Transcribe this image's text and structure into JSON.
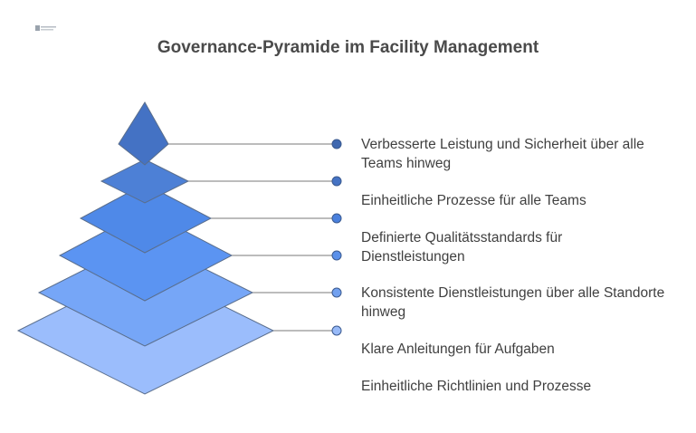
{
  "title": "Governance-Pyramide im Facility Management",
  "levels": [
    {
      "label": "Verbesserte Leistung und Sicherheit über alle Teams hinweg",
      "color": "#4472c4",
      "dot": "#3f68b0"
    },
    {
      "label": "Einheitliche Prozesse für alle Teams",
      "color": "#4d80d6",
      "dot": "#4573c4"
    },
    {
      "label": "Definierte Qualitätsstandards für Dienstleistungen",
      "color": "#4f89e8",
      "dot": "#4a80dd"
    },
    {
      "label": "Konsistente Dienstleistungen über alle Standorte hinweg",
      "color": "#5b94f2",
      "dot": "#5a90ea"
    },
    {
      "label": "Klare Anleitungen für Aufgaben",
      "color": "#76a6f7",
      "dot": "#72a1f0"
    },
    {
      "label": "Einheitliche Richtlinien und Prozesse",
      "color": "#9bbdfc",
      "dot": "#98baf8"
    }
  ]
}
